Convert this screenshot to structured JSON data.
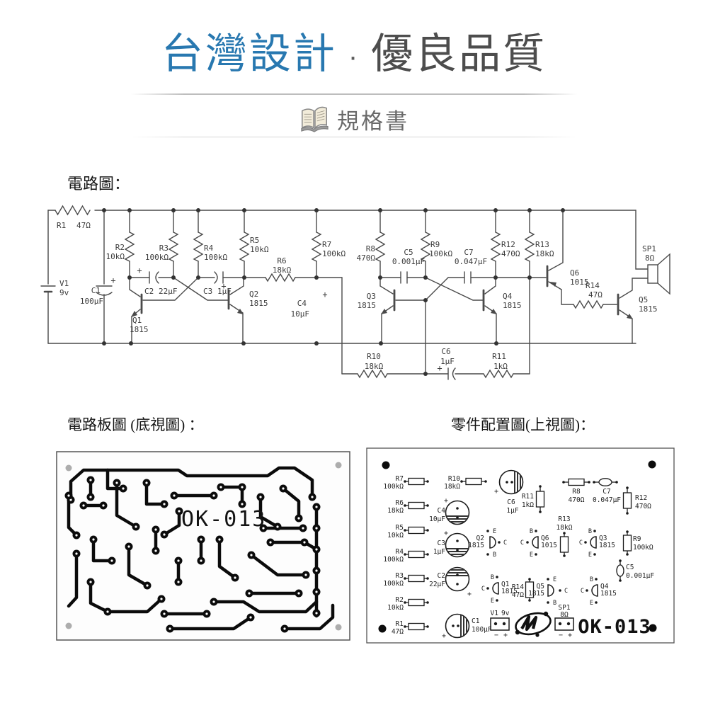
{
  "header": {
    "title_accent": "台灣設計",
    "separator": "·",
    "title_rest": "優良品質"
  },
  "colors": {
    "accent_blue": "#2878b0",
    "title_gray": "#4d4d4d",
    "schematic_line": "#4a4a4a"
  },
  "spec": {
    "label": "規格書",
    "icon": "open-book-icon"
  },
  "sections": {
    "schematic_label": "電路圖：",
    "pcb_label": "電路板圖 (底視圖) ：",
    "layout_label": "零件配置圖(上視圖)："
  },
  "board_id": "OK-013",
  "symbols": {
    "plus": "+",
    "minus": "−"
  },
  "layout_pins": {
    "e": "E",
    "b": "B",
    "c": "C"
  },
  "schematic": {
    "components": {
      "R1": {
        "ref": "R1",
        "value": "47Ω"
      },
      "R2": {
        "ref": "R2",
        "value": "10kΩ"
      },
      "R3": {
        "ref": "R3",
        "value": "100kΩ"
      },
      "R4": {
        "ref": "R4",
        "value": "100kΩ"
      },
      "R5": {
        "ref": "R5",
        "value": "10kΩ"
      },
      "R6": {
        "ref": "R6",
        "value": "18kΩ"
      },
      "R7": {
        "ref": "R7",
        "value": "100kΩ"
      },
      "R8": {
        "ref": "R8",
        "value": "470Ω"
      },
      "R9": {
        "ref": "R9",
        "value": "100kΩ"
      },
      "R10": {
        "ref": "R10",
        "value": "18kΩ"
      },
      "R11": {
        "ref": "R11",
        "value": "1kΩ"
      },
      "R12": {
        "ref": "R12",
        "value": "470Ω"
      },
      "R13": {
        "ref": "R13",
        "value": "18kΩ"
      },
      "R14": {
        "ref": "R14",
        "value": "47Ω"
      },
      "C1": {
        "ref": "C1",
        "value": "100μF"
      },
      "C2": {
        "ref": "C2",
        "value": "22μF"
      },
      "C3": {
        "ref": "C3",
        "value": "1μF"
      },
      "C4": {
        "ref": "C4",
        "value": "10μF"
      },
      "C5": {
        "ref": "C5",
        "value": "0.001μF"
      },
      "C6": {
        "ref": "C6",
        "value": "1μF"
      },
      "C7": {
        "ref": "C7",
        "value": "0.047μF"
      },
      "Q1": {
        "ref": "Q1",
        "value": "1815"
      },
      "Q2": {
        "ref": "Q2",
        "value": "1815"
      },
      "Q3": {
        "ref": "Q3",
        "value": "1815"
      },
      "Q4": {
        "ref": "Q4",
        "value": "1815"
      },
      "Q5": {
        "ref": "Q5",
        "value": "1815"
      },
      "Q6": {
        "ref": "Q6",
        "value": "1015"
      },
      "V1": {
        "ref": "V1",
        "value": "9v"
      },
      "SP1": {
        "ref": "SP1",
        "value": "8Ω"
      }
    }
  }
}
